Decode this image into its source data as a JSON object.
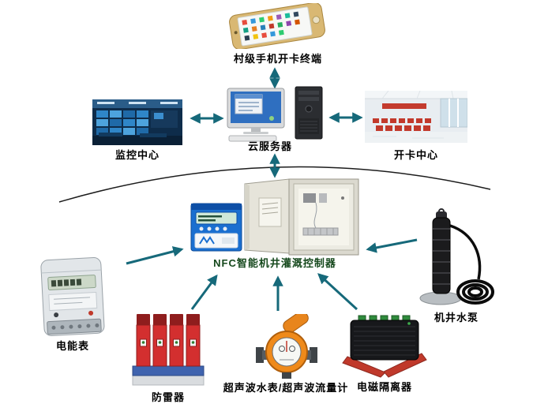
{
  "diagram": {
    "nodes": {
      "phone": {
        "label": "村级手机开卡终端"
      },
      "monitor_center": {
        "label": "监控中心"
      },
      "cloud_server": {
        "label": "云服务器"
      },
      "card_center": {
        "label": "开卡中心"
      },
      "controller": {
        "label": "NFC智能机井灌溉控制器"
      },
      "energy_meter": {
        "label": "电能表"
      },
      "surge_protector": {
        "label": "防雷器"
      },
      "flow_meter": {
        "label": "超声波水表/超声波流量计"
      },
      "isolator": {
        "label": "电磁隔离器"
      },
      "pump": {
        "label": "机井水泵"
      }
    },
    "colors": {
      "arrow_teal": "#16697a",
      "label_black": "#000000",
      "controller_label_green": "#15481c",
      "arc_black": "#1c1c1c"
    }
  }
}
